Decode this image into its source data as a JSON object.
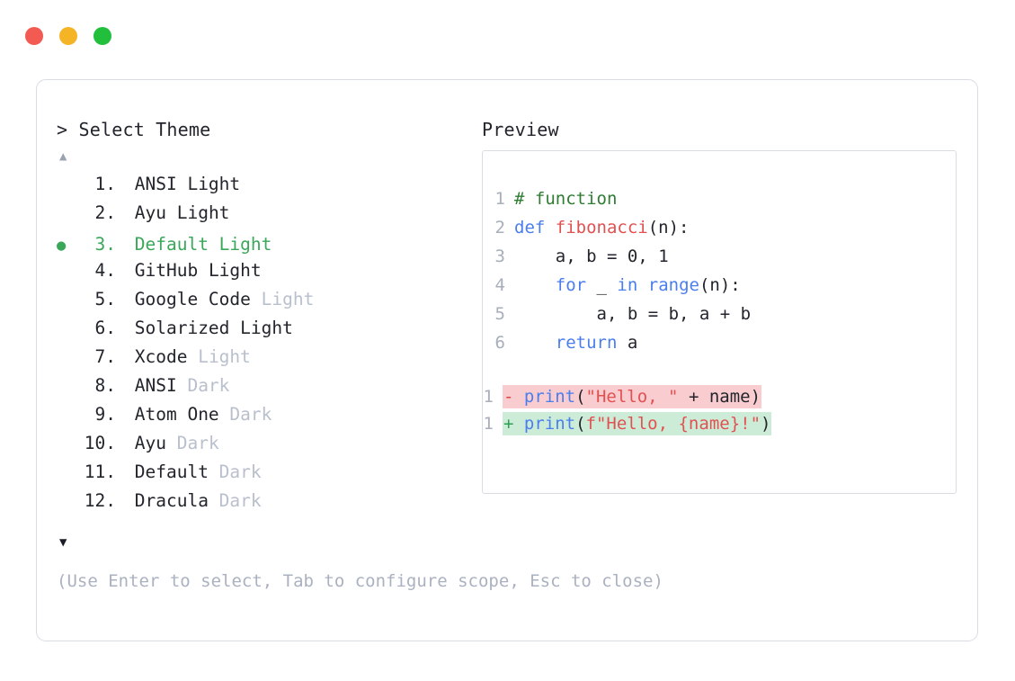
{
  "window": {
    "traffic_lights": [
      {
        "name": "close",
        "color": "#f25a52"
      },
      {
        "name": "minimize",
        "color": "#f5b426"
      },
      {
        "name": "zoom",
        "color": "#22bf3d"
      }
    ]
  },
  "accent": {
    "selected_green": "#3aa75a",
    "muted_gray": "#b9c0cd",
    "border": "#d9dce3"
  },
  "left": {
    "prompt": ">",
    "title": "Select Theme",
    "scroll_up_icon": "▲",
    "scroll_down_icon": "▼",
    "bullet_icon": "●",
    "selected_index": 3,
    "items": [
      {
        "num": "1.",
        "name": "ANSI",
        "variant": "Light",
        "variant_muted": false,
        "selected": false
      },
      {
        "num": "2.",
        "name": "Ayu",
        "variant": "Light",
        "variant_muted": false,
        "selected": false
      },
      {
        "num": "3.",
        "name": "Default",
        "variant": "Light",
        "variant_muted": false,
        "selected": true
      },
      {
        "num": "4.",
        "name": "GitHub",
        "variant": "Light",
        "variant_muted": false,
        "selected": false
      },
      {
        "num": "5.",
        "name": "Google Code",
        "variant": "Light",
        "variant_muted": true,
        "selected": false
      },
      {
        "num": "6.",
        "name": "Solarized",
        "variant": "Light",
        "variant_muted": false,
        "selected": false
      },
      {
        "num": "7.",
        "name": "Xcode",
        "variant": "Light",
        "variant_muted": true,
        "selected": false
      },
      {
        "num": "8.",
        "name": "ANSI",
        "variant": "Dark",
        "variant_muted": true,
        "selected": false
      },
      {
        "num": "9.",
        "name": "Atom One",
        "variant": "Dark",
        "variant_muted": true,
        "selected": false
      },
      {
        "num": "10.",
        "name": "Ayu",
        "variant": "Dark",
        "variant_muted": true,
        "selected": false
      },
      {
        "num": "11.",
        "name": "Default",
        "variant": "Dark",
        "variant_muted": true,
        "selected": false
      },
      {
        "num": "12.",
        "name": "Dracula",
        "variant": "Dark",
        "variant_muted": true,
        "selected": false
      }
    ]
  },
  "right": {
    "title": "Preview",
    "code_lines": [
      {
        "num": "1",
        "tokens": [
          {
            "t": "# function",
            "c": "tok-comment"
          }
        ]
      },
      {
        "num": "2",
        "tokens": [
          {
            "t": "def ",
            "c": "tok-keyword"
          },
          {
            "t": "fibonacci",
            "c": "tok-func"
          },
          {
            "t": "(n):",
            "c": "tok-plain"
          }
        ]
      },
      {
        "num": "3",
        "tokens": [
          {
            "t": "    a, b = ",
            "c": "tok-plain"
          },
          {
            "t": "0",
            "c": "tok-number"
          },
          {
            "t": ", ",
            "c": "tok-plain"
          },
          {
            "t": "1",
            "c": "tok-number"
          }
        ]
      },
      {
        "num": "4",
        "tokens": [
          {
            "t": "    ",
            "c": "tok-plain"
          },
          {
            "t": "for ",
            "c": "tok-keyword"
          },
          {
            "t": "_ ",
            "c": "tok-plain"
          },
          {
            "t": "in ",
            "c": "tok-keyword"
          },
          {
            "t": "range",
            "c": "tok-builtin"
          },
          {
            "t": "(n):",
            "c": "tok-plain"
          }
        ]
      },
      {
        "num": "5",
        "tokens": [
          {
            "t": "        a, b = b, a + b",
            "c": "tok-plain"
          }
        ]
      },
      {
        "num": "6",
        "tokens": [
          {
            "t": "    ",
            "c": "tok-plain"
          },
          {
            "t": "return ",
            "c": "tok-keyword"
          },
          {
            "t": "a",
            "c": "tok-plain"
          }
        ]
      }
    ],
    "diff_lines": [
      {
        "num": "1",
        "kind": "minus",
        "sign": "-",
        "tokens": [
          {
            "t": "print",
            "c": "tok-builtin"
          },
          {
            "t": "(",
            "c": "tok-plain"
          },
          {
            "t": "\"Hello, \"",
            "c": "tok-string"
          },
          {
            "t": " + name)",
            "c": "tok-plain"
          }
        ]
      },
      {
        "num": "1",
        "kind": "plus",
        "sign": "+",
        "tokens": [
          {
            "t": "print",
            "c": "tok-builtin"
          },
          {
            "t": "(",
            "c": "tok-plain"
          },
          {
            "t": "f\"Hello, {name}!\"",
            "c": "tok-string"
          },
          {
            "t": ")",
            "c": "tok-plain"
          }
        ]
      }
    ]
  },
  "footer": {
    "hint": "(Use Enter to select, Tab to configure scope, Esc to close)"
  }
}
